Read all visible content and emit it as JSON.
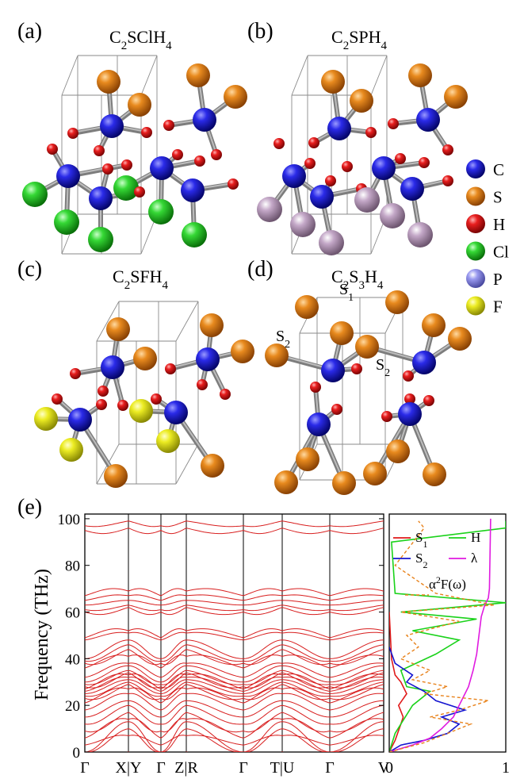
{
  "panels": {
    "a": {
      "label": "(a)",
      "formula": {
        "base": "C",
        "s1": "2",
        "mid": "SClH",
        "s2": "4"
      }
    },
    "b": {
      "label": "(b)",
      "formula": {
        "base": "C",
        "s1": "2",
        "mid": "SPH",
        "s2": "4"
      }
    },
    "c": {
      "label": "(c)",
      "formula": {
        "base": "C",
        "s1": "2",
        "mid": "SFH",
        "s2": "4"
      }
    },
    "d": {
      "label": "(d)",
      "formula": {
        "base": "C",
        "s1": "2",
        "mid": "S",
        "s2": "3",
        "mid2": "H",
        "s3": "4"
      },
      "annotations": {
        "s1": {
          "base": "S",
          "sub": "1"
        },
        "s2a": {
          "base": "S",
          "sub": "2"
        },
        "s2b": {
          "base": "S",
          "sub": "2"
        }
      }
    },
    "e": {
      "label": "(e)"
    }
  },
  "element_legend": [
    {
      "symbol": "C",
      "color": "#1a1ad8"
    },
    {
      "symbol": "S",
      "color": "#e07a10"
    },
    {
      "symbol": "H",
      "color": "#dd1515"
    },
    {
      "symbol": "Cl",
      "color": "#2ed42e"
    },
    {
      "symbol": "P",
      "color": "#8f8fe0"
    },
    {
      "symbol": "F",
      "color": "#e6e61a"
    }
  ],
  "atom_colors": {
    "C": "#1a1ad8",
    "S": "#e07a10",
    "H": "#dd1515",
    "Cl": "#2ed42e",
    "P": "#c8aac8",
    "F": "#e6e61a"
  },
  "chart_data": [
    {
      "type": "line",
      "name": "phonon-dispersion",
      "ylabel": "Frequency (THz)",
      "ylim": [
        0,
        102
      ],
      "yticks": [
        0,
        20,
        40,
        60,
        80,
        100
      ],
      "x_segments": [
        "Γ-X",
        "Y-Γ",
        "Γ-Z",
        "R-Γ",
        "Γ-T",
        "U-Γ",
        "Γ-V"
      ],
      "x_tick_labels": [
        "Γ",
        "X|Y",
        "Γ",
        "Z|R",
        "Γ",
        "T|U",
        "Γ",
        "V"
      ],
      "color": "#d81e1e",
      "band_endpoints": [
        [
          0,
          0
        ],
        [
          0,
          10
        ],
        [
          0,
          13
        ],
        [
          3,
          7
        ],
        [
          6,
          14
        ],
        [
          9,
          17
        ],
        [
          12,
          20
        ],
        [
          15,
          22
        ],
        [
          18,
          25
        ],
        [
          21,
          27
        ],
        [
          23,
          29
        ],
        [
          24,
          30
        ],
        [
          25,
          31
        ],
        [
          26,
          32
        ],
        [
          27,
          33
        ],
        [
          28,
          34
        ],
        [
          29,
          35
        ],
        [
          30,
          37
        ],
        [
          32,
          38
        ],
        [
          36,
          41
        ],
        [
          38,
          44
        ],
        [
          39,
          46
        ],
        [
          40,
          48
        ],
        [
          48,
          51
        ],
        [
          49,
          52
        ],
        [
          60,
          62
        ],
        [
          61,
          63
        ],
        [
          63,
          65
        ],
        [
          65,
          67
        ],
        [
          67,
          69
        ],
        [
          95,
          96
        ],
        [
          97,
          99
        ]
      ]
    },
    {
      "type": "line",
      "name": "projected-phdos-eliashberg",
      "xlim": [
        0,
        1
      ],
      "xticks": [
        0,
        1
      ],
      "ylim": [
        0,
        102
      ],
      "series": [
        {
          "name": "S1",
          "color": "#e01a1a",
          "points": [
            [
              0,
              0
            ],
            [
              0.05,
              5
            ],
            [
              0.1,
              12
            ],
            [
              0.12,
              15
            ],
            [
              0.08,
              20
            ],
            [
              0.15,
              25
            ],
            [
              0.1,
              30
            ],
            [
              0.05,
              33
            ],
            [
              0.02,
              40
            ],
            [
              0.0,
              60
            ]
          ]
        },
        {
          "name": "H",
          "color": "#1ad21a",
          "points": [
            [
              0,
              0
            ],
            [
              0.05,
              8
            ],
            [
              0.1,
              12
            ],
            [
              0.2,
              20
            ],
            [
              0.35,
              26
            ],
            [
              0.15,
              28
            ],
            [
              0.1,
              35
            ],
            [
              0.4,
              42
            ],
            [
              0.6,
              48
            ],
            [
              0.2,
              52
            ],
            [
              0.75,
              57
            ],
            [
              0.1,
              60
            ],
            [
              1.0,
              64
            ],
            [
              0.05,
              68
            ],
            [
              0.02,
              90
            ],
            [
              1.0,
              96
            ],
            [
              1.0,
              99
            ]
          ]
        },
        {
          "name": "S2",
          "color": "#1515d0",
          "points": [
            [
              0,
              0
            ],
            [
              0.1,
              3
            ],
            [
              0.3,
              5
            ],
            [
              0.5,
              8
            ],
            [
              0.6,
              12
            ],
            [
              0.45,
              15
            ],
            [
              0.65,
              18
            ],
            [
              0.4,
              22
            ],
            [
              0.3,
              26
            ],
            [
              0.15,
              30
            ],
            [
              0.2,
              33
            ],
            [
              0.05,
              38
            ],
            [
              0.0,
              45
            ]
          ]
        },
        {
          "name": "λ",
          "color": "#e01ae0",
          "points": [
            [
              0,
              0
            ],
            [
              0.2,
              3
            ],
            [
              0.35,
              6
            ],
            [
              0.45,
              10
            ],
            [
              0.55,
              15
            ],
            [
              0.6,
              20
            ],
            [
              0.64,
              24
            ],
            [
              0.68,
              28
            ],
            [
              0.72,
              35
            ],
            [
              0.75,
              42
            ],
            [
              0.77,
              50
            ],
            [
              0.79,
              58
            ],
            [
              0.82,
              63
            ],
            [
              0.85,
              66
            ],
            [
              0.86,
              70
            ],
            [
              0.87,
              100
            ]
          ]
        },
        {
          "name": "α2F(ω)",
          "color": "#e8821a",
          "points": [
            [
              0,
              0
            ],
            [
              0.3,
              4
            ],
            [
              0.5,
              8
            ],
            [
              0.7,
              12
            ],
            [
              0.35,
              15
            ],
            [
              0.6,
              18
            ],
            [
              0.85,
              22
            ],
            [
              0.3,
              25
            ],
            [
              0.5,
              28
            ],
            [
              0.2,
              31
            ],
            [
              0.35,
              35
            ],
            [
              0.1,
              40
            ],
            [
              0.25,
              45
            ],
            [
              0.15,
              50
            ],
            [
              0.6,
              56
            ],
            [
              0.1,
              60
            ],
            [
              0.9,
              63
            ],
            [
              0.4,
              68
            ],
            [
              0.05,
              80
            ],
            [
              0.3,
              96
            ],
            [
              0.25,
              99
            ]
          ]
        }
      ],
      "legend": [
        {
          "series": "S1",
          "base": "S",
          "sub": "1",
          "sup": ""
        },
        {
          "series": "H",
          "base": "H",
          "sub": "",
          "sup": ""
        },
        {
          "series": "S2",
          "base": "S",
          "sub": "2",
          "sup": ""
        },
        {
          "series": "λ",
          "base": "λ",
          "sub": "",
          "sup": ""
        },
        {
          "series": "α2F(ω)",
          "base": "α",
          "sub": "",
          "sup": "2",
          "tail": "F(ω)"
        }
      ]
    }
  ]
}
